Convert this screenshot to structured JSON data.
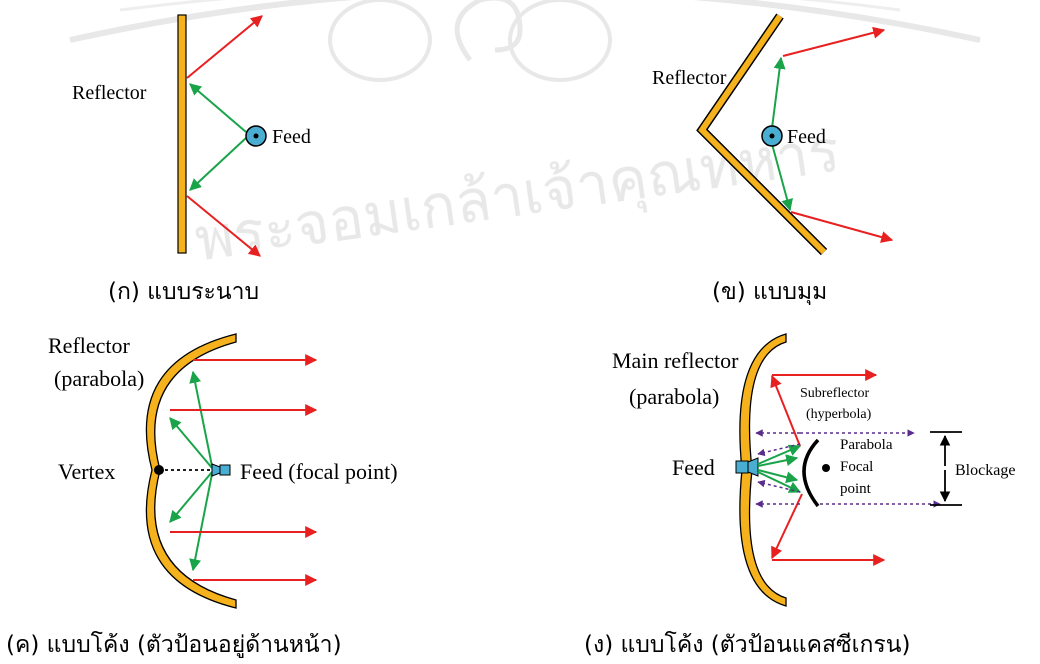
{
  "panels": {
    "a": {
      "reflector": "Reflector",
      "feed": "Feed",
      "caption": "(ก) แบบระนาบ"
    },
    "b": {
      "reflector": "Reflector",
      "feed": "Feed",
      "caption": "(ข) แบบมุม"
    },
    "c": {
      "reflector_line1": "Reflector",
      "reflector_line2": "(parabola)",
      "vertex": "Vertex",
      "feed": "Feed (focal point)",
      "caption": "(ค) แบบโค้ง (ตัวป้อนอยู่ด้านหน้า)"
    },
    "d": {
      "main_reflector_line1": "Main reflector",
      "main_reflector_line2": "(parabola)",
      "subreflector_line1": "Subreflector",
      "subreflector_line2": "(hyperbola)",
      "parabola_focal_line1": "Parabola",
      "parabola_focal_line2": "Focal",
      "parabola_focal_line3": "point",
      "feed": "Feed",
      "blockage": "Blockage",
      "caption": "(ง) แบบโค้ง (ตัวป้อนแคสซีเกรน)"
    }
  },
  "colors": {
    "reflector_fill": "#f5b21c",
    "reflector_stroke": "#000000",
    "incident_ray": "#1aa44a",
    "reflected_ray": "#e82020",
    "feed_fill": "#4aaed2",
    "blockage_ray": "#5a2d8c",
    "watermark": "#bdbdbd"
  },
  "watermark": {
    "text": "พระจอมเกล้าเจ้าคุณทหาร"
  }
}
